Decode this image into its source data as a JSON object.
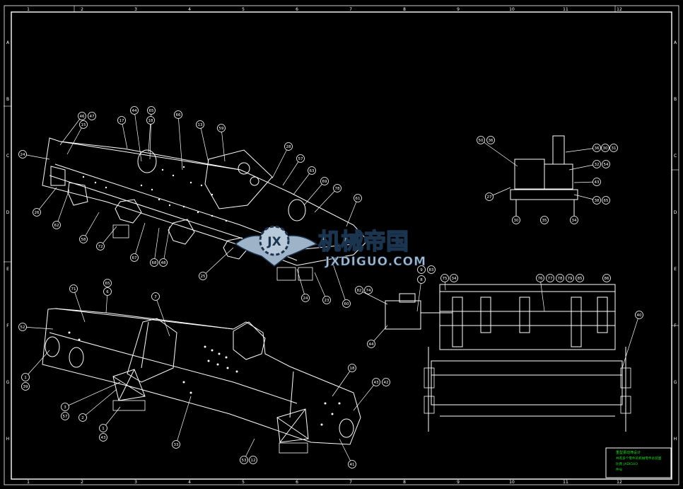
{
  "colors": {
    "background": "#000000",
    "line": "#ffffff",
    "title_block_text": "#22dd22",
    "watermark_fill": "#9fb3c8",
    "watermark_stroke": "#1b3550"
  },
  "watermark": {
    "icon_letters": "JX",
    "chinese": "机械帝国",
    "site": "JXDIGUO.COM"
  },
  "title_block": {
    "lines": [
      "重型振动筛设计",
      "共有多个零件的机械零件总装图",
      "比例",
      "JXDIGUO",
      "件号"
    ]
  },
  "border": {
    "columns": [
      "1",
      "2",
      "3",
      "4",
      "5",
      "6",
      "7",
      "8",
      "9",
      "10",
      "11",
      "12"
    ],
    "rows": [
      "A",
      "B",
      "C",
      "D",
      "E",
      "F",
      "G",
      "H"
    ]
  },
  "balloons": {
    "view_a": [
      {
        "id": "a1",
        "t": "46"
      },
      {
        "id": "a2",
        "t": "47"
      },
      {
        "id": "a3",
        "t": "15"
      },
      {
        "id": "a4",
        "t": "17"
      },
      {
        "id": "a5",
        "t": "44"
      },
      {
        "id": "a6",
        "t": "65"
      },
      {
        "id": "a7",
        "t": "66"
      },
      {
        "id": "a8",
        "t": "18"
      },
      {
        "id": "a9",
        "t": "13"
      },
      {
        "id": "a10",
        "t": "59"
      },
      {
        "id": "a11",
        "t": "24"
      },
      {
        "id": "a12",
        "t": "28"
      },
      {
        "id": "a13",
        "t": "57"
      },
      {
        "id": "a14",
        "t": "63"
      },
      {
        "id": "a15",
        "t": "69"
      },
      {
        "id": "a16",
        "t": "78"
      },
      {
        "id": "a17",
        "t": "61"
      },
      {
        "id": "a18",
        "t": "26"
      },
      {
        "id": "a19",
        "t": "62"
      },
      {
        "id": "a20",
        "t": "58"
      },
      {
        "id": "a21",
        "t": "72"
      },
      {
        "id": "a22",
        "t": "67"
      },
      {
        "id": "a23",
        "t": "68"
      },
      {
        "id": "a24",
        "t": "48"
      },
      {
        "id": "a25",
        "t": "25"
      },
      {
        "id": "a26",
        "t": "24"
      },
      {
        "id": "a27",
        "t": "23"
      },
      {
        "id": "a28",
        "t": "60"
      }
    ],
    "view_b": [
      {
        "id": "b1",
        "t": "71"
      },
      {
        "id": "b2",
        "t": "65"
      },
      {
        "id": "b3",
        "t": "6"
      },
      {
        "id": "b4",
        "t": "7"
      },
      {
        "id": "b5",
        "t": "52"
      },
      {
        "id": "b6",
        "t": "1"
      },
      {
        "id": "b7",
        "t": "39"
      },
      {
        "id": "b8",
        "t": "3"
      },
      {
        "id": "b9",
        "t": "57"
      },
      {
        "id": "b10",
        "t": "2"
      },
      {
        "id": "b11",
        "t": "1"
      },
      {
        "id": "b12",
        "t": "43"
      },
      {
        "id": "b13",
        "t": "33"
      },
      {
        "id": "b14",
        "t": "18"
      },
      {
        "id": "b15",
        "t": "43"
      },
      {
        "id": "b16",
        "t": "42"
      },
      {
        "id": "b17",
        "t": "53"
      },
      {
        "id": "b18",
        "t": "12"
      },
      {
        "id": "b19",
        "t": "41"
      }
    ],
    "view_c": [
      {
        "id": "c1",
        "t": "50"
      },
      {
        "id": "c2",
        "t": "36"
      },
      {
        "id": "c3",
        "t": "36"
      },
      {
        "id": "c4",
        "t": "30"
      },
      {
        "id": "c5",
        "t": "31"
      },
      {
        "id": "c6",
        "t": "32"
      },
      {
        "id": "c7",
        "t": "54"
      },
      {
        "id": "c8",
        "t": "27"
      },
      {
        "id": "c9",
        "t": "43"
      },
      {
        "id": "c10",
        "t": "30"
      },
      {
        "id": "c11",
        "t": "35"
      },
      {
        "id": "c12",
        "t": "34"
      },
      {
        "id": "c13",
        "t": "38"
      },
      {
        "id": "c14",
        "t": "65"
      }
    ],
    "view_d": [
      {
        "id": "d1",
        "t": "9"
      },
      {
        "id": "d2",
        "t": "83"
      },
      {
        "id": "d3",
        "t": "8"
      },
      {
        "id": "d4",
        "t": "75"
      },
      {
        "id": "d5",
        "t": "34"
      },
      {
        "id": "d6",
        "t": "82"
      },
      {
        "id": "d7",
        "t": "74"
      },
      {
        "id": "d8",
        "t": "44"
      },
      {
        "id": "d9",
        "t": "76"
      },
      {
        "id": "d10",
        "t": "77"
      },
      {
        "id": "d11",
        "t": "78"
      },
      {
        "id": "d12",
        "t": "79"
      },
      {
        "id": "d13",
        "t": "85"
      },
      {
        "id": "d14",
        "t": "86"
      },
      {
        "id": "d15",
        "t": "40"
      }
    ]
  }
}
